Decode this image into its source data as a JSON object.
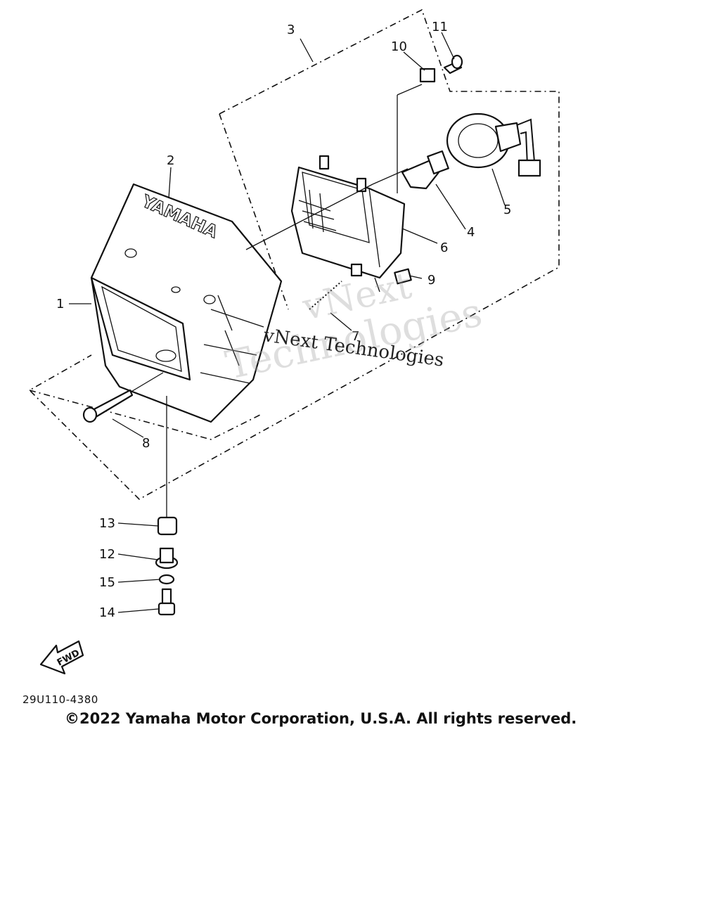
{
  "diagram": {
    "callouts": [
      "1",
      "2",
      "3",
      "4",
      "5",
      "6",
      "7",
      "8",
      "9",
      "10",
      "11",
      "12",
      "13",
      "14",
      "15"
    ],
    "brand_lettering": "YAMAHA",
    "fwd_label": "FWD",
    "drawing_code": "29U110-4380"
  },
  "watermark": {
    "line1": "vNext",
    "line2": "Technologies",
    "line3": "vNext Technologies"
  },
  "footer": {
    "copyright": "©2022 Yamaha Motor Corporation, U.S.A. All rights reserved."
  }
}
